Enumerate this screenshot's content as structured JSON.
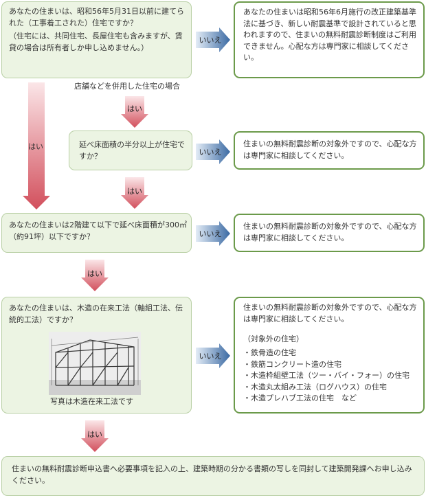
{
  "q1": {
    "text": "あなたの住まいは、昭和56年5月31日以前に建てられた（工事着工された）住宅ですか？",
    "note": "（住宅には、共同住宅、長屋住宅も含みますが、賃貸の場合は所有者しか申し込めません。）"
  },
  "a1": "あなたの住まいは昭和56年6月施行の改正建築基準法に基づき、新しい耐震基準で設計されていると思われますので、住まいの無料耐震診断制度はご利用できません。心配な方は専門家に相談してください。",
  "shop_note": "店舗などを併用した住宅の場合",
  "q2": "延べ床面積の半分以上が住宅ですか？",
  "a2": "住まいの無料耐震診断の対象外ですので、心配な方は専門家に相談してください。",
  "q3": "あなたの住まいは2階建て以下で延べ床面積が300㎡（約91坪）以下ですか？",
  "a3": "住まいの無料耐震診断の対象外ですので、心配な方は専門家に相談してください。",
  "q4": {
    "text": "あなたの住まいは、木造の在来工法（軸組工法、伝統的工法）ですか？",
    "caption": "写真は木造在来工法です"
  },
  "a4": {
    "text": "住まいの無料耐震診断の対象外ですので、心配な方は専門家に相談してください。",
    "list_title": "（対象外の住宅）",
    "items": [
      "・鉄骨造の住宅",
      "・鉄筋コンクリート造の住宅",
      "・木造枠組壁工法（ツー・バイ・フォー）の住宅",
      "・木造丸太組み工法（ログハウス）の住宅",
      "・木造プレハブ工法の住宅　など"
    ]
  },
  "final": "住まいの無料耐震診断申込書へ必要事項を記入の上、建築時期の分かる書類の写しを同封して建築開発課へお申し込みください。",
  "labels": {
    "yes": "はい",
    "no": "いいえ"
  },
  "colors": {
    "yes_arrow": "#d9646f",
    "no_arrow": "#3d6ea8",
    "q_bg": "#ecf4e3",
    "a_border": "#6b9a4a"
  }
}
